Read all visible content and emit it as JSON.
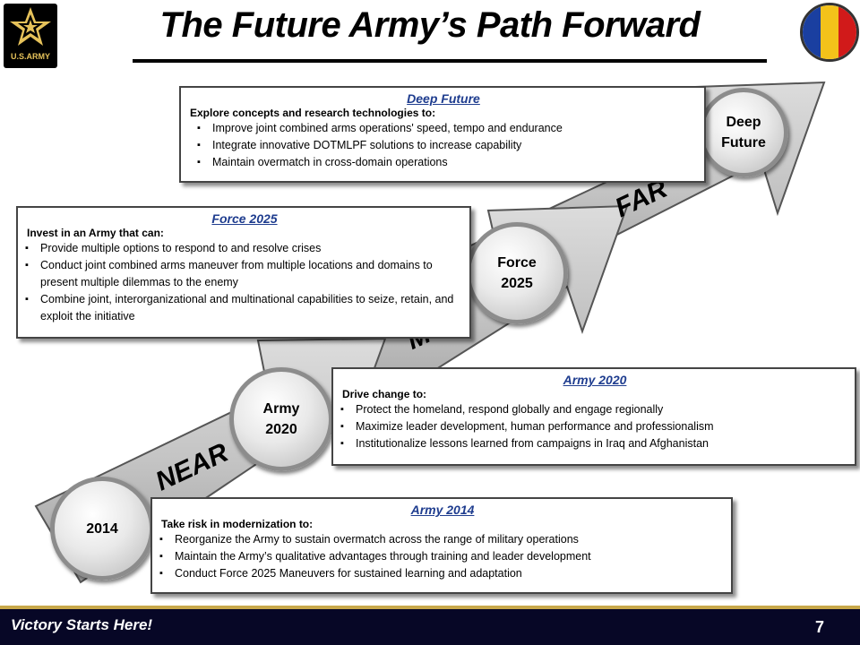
{
  "header": {
    "title": "The Future Army’s Path Forward",
    "logo_text": "U.S.ARMY",
    "emblem_colors": [
      "#1a3fa0",
      "#f3c21a",
      "#d11a1a"
    ]
  },
  "phases": {
    "near": "NEAR",
    "mid": "M",
    "far": "FAR"
  },
  "milestones": {
    "m2014": [
      "2014"
    ],
    "army2020": [
      "Army",
      "2020"
    ],
    "force2025": [
      "Force",
      "2025"
    ],
    "deepfuture": [
      "Deep",
      "Future"
    ]
  },
  "boxes": {
    "deep_future": {
      "title": "Deep Future",
      "intro": "Explore concepts and research technologies to:",
      "bullets": [
        "Improve joint combined arms operations' speed, tempo and endurance",
        "Integrate innovative DOTMLPF solutions to increase capability",
        "Maintain overmatch in cross-domain operations"
      ]
    },
    "force_2025": {
      "title": "Force 2025",
      "intro": "Invest in an Army that can:",
      "bullets": [
        "Provide multiple options to respond to and resolve crises",
        "Conduct joint combined arms maneuver from multiple locations and domains to present multiple dilemmas to the enemy",
        "Combine joint, interorganizational and multinational capabilities to seize, retain, and exploit the initiative"
      ]
    },
    "army_2020": {
      "title": "Army 2020",
      "intro": "Drive change to:",
      "bullets": [
        "Protect the homeland, respond globally and engage regionally",
        "Maximize leader development, human performance and professionalism",
        "Institutionalize lessons learned from campaigns in Iraq and Afghanistan"
      ]
    },
    "army_2014": {
      "title": "Army 2014",
      "intro": "Take risk in modernization to:",
      "bullets": [
        "Reorganize the Army to sustain overmatch across the range of military operations",
        "Maintain the Army’s qualitative advantages through training and leader development",
        "Conduct Force 2025 Maneuvers for sustained learning and adaptation"
      ]
    }
  },
  "footer": {
    "slogan": "Victory Starts Here!",
    "page_number": "7"
  }
}
